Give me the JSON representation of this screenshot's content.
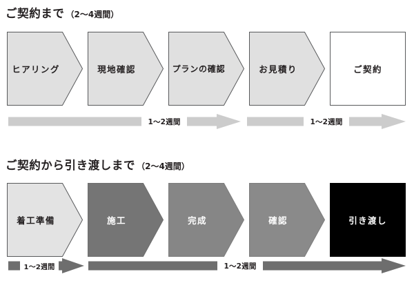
{
  "page": {
    "background": "#ffffff",
    "text_color": "#231f20"
  },
  "sections": [
    {
      "id": "contract",
      "title_main": "ご契約まで",
      "title_sub": "（2〜4週間）",
      "stages": [
        {
          "label": "ヒアリング",
          "shape": "chevron",
          "fill": "#e0e0e0",
          "stroke": "#58595b",
          "text_color": "#231f20"
        },
        {
          "label": "現地確認",
          "shape": "chevron",
          "fill": "#e0e0e0",
          "stroke": "#58595b",
          "text_color": "#231f20"
        },
        {
          "label": "プランの確認",
          "shape": "chevron",
          "fill": "#e0e0e0",
          "stroke": "#58595b",
          "text_color": "#231f20"
        },
        {
          "label": "お見積り",
          "shape": "chevron",
          "fill": "#e0e0e0",
          "stroke": "#58595b",
          "text_color": "#231f20"
        },
        {
          "label": "ご契約",
          "shape": "rectangle",
          "fill": "#ffffff",
          "stroke": "#58595b",
          "text_color": "#231f20"
        }
      ],
      "timeline": [
        {
          "label": "1〜2週間",
          "color": "#cccccc"
        },
        {
          "label": "1〜2週間",
          "color": "#cccccc"
        }
      ]
    },
    {
      "id": "handover",
      "title_main": "ご契約から引き渡しまで",
      "title_sub": "（2〜4週間）",
      "stages": [
        {
          "label": "着工準備",
          "shape": "chevron",
          "fill": "#e3e3e3",
          "stroke": "#58595b",
          "text_color": "#231f20"
        },
        {
          "label": "施工",
          "shape": "chevron",
          "fill": "#757575",
          "stroke": "#6e6e6e",
          "text_color": "#ffffff"
        },
        {
          "label": "完成",
          "shape": "chevron",
          "fill": "#868686",
          "stroke": "#7d7d7d",
          "text_color": "#ffffff"
        },
        {
          "label": "確認",
          "shape": "chevron",
          "fill": "#8a8a8a",
          "stroke": "#7d7d7d",
          "text_color": "#ffffff"
        },
        {
          "label": "引き渡し",
          "shape": "rectangle",
          "fill": "#000000",
          "stroke": "#000000",
          "text_color": "#ffffff"
        }
      ],
      "timeline": [
        {
          "label": "1〜2週間",
          "color": "#6e6e6e"
        },
        {
          "label": "1〜2週間",
          "color": "#6e6e6e"
        }
      ]
    }
  ]
}
